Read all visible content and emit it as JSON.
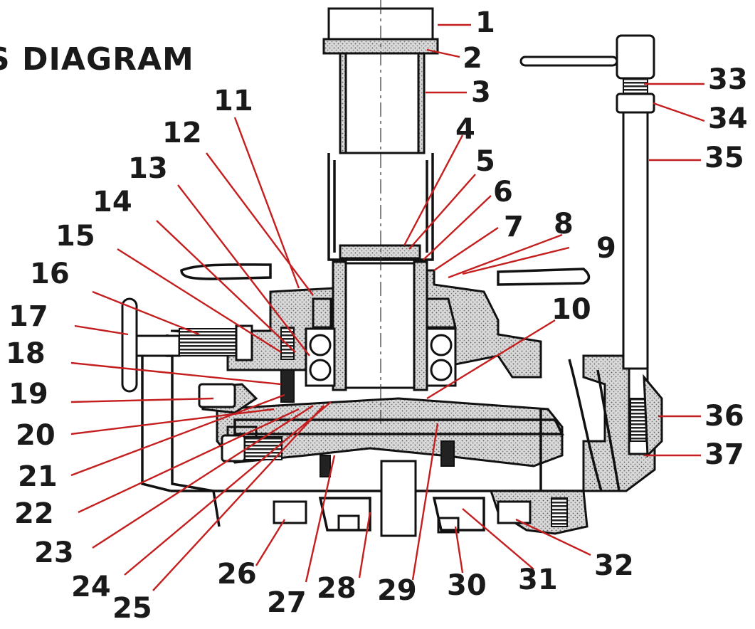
{
  "title": "S DIAGRAM",
  "callouts": [
    "1",
    "2",
    "3",
    "4",
    "5",
    "6",
    "7",
    "8",
    "9",
    "10",
    "11",
    "12",
    "13",
    "14",
    "15",
    "16",
    "17",
    "18",
    "19",
    "20",
    "21",
    "22",
    "23",
    "24",
    "25",
    "26",
    "27",
    "28",
    "29",
    "30",
    "31",
    "32",
    "33",
    "34",
    "35",
    "36",
    "37"
  ],
  "colors": {
    "leader": "#c41e1e",
    "ink": "#111111",
    "background": "#ffffff"
  }
}
